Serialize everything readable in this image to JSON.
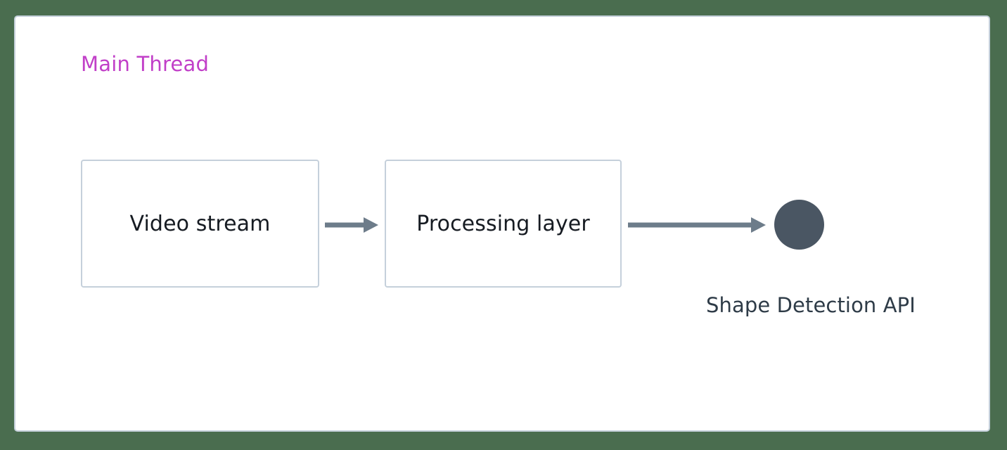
{
  "diagram": {
    "type": "flow",
    "background_color": "#4a6d4f",
    "container": {
      "label": "Main Thread",
      "title_color": "#c13fc8",
      "fill": "#ffffff",
      "border_color": "#c5d0db"
    },
    "nodes": [
      {
        "id": "video-stream",
        "shape": "rectangle",
        "label": "Video stream",
        "fill": "#ffffff",
        "border_color": "#c5d0db",
        "text_color": "#161b22"
      },
      {
        "id": "processing-layer",
        "shape": "rectangle",
        "label": "Processing layer",
        "fill": "#ffffff",
        "border_color": "#c5d0db",
        "text_color": "#161b22"
      },
      {
        "id": "shape-detection-api",
        "shape": "circle",
        "label": "Shape Detection API",
        "fill": "#4a5663",
        "text_color": "#2e3b47"
      }
    ],
    "edges": [
      {
        "id": "edge-video-to-processing",
        "from": "video-stream",
        "to": "processing-layer",
        "label": "",
        "color": "#6d7c8a",
        "arrowhead": "solid-triangle"
      },
      {
        "id": "edge-processing-to-api",
        "from": "processing-layer",
        "to": "shape-detection-api",
        "label": "",
        "color": "#6d7c8a",
        "arrowhead": "solid-triangle"
      }
    ]
  }
}
